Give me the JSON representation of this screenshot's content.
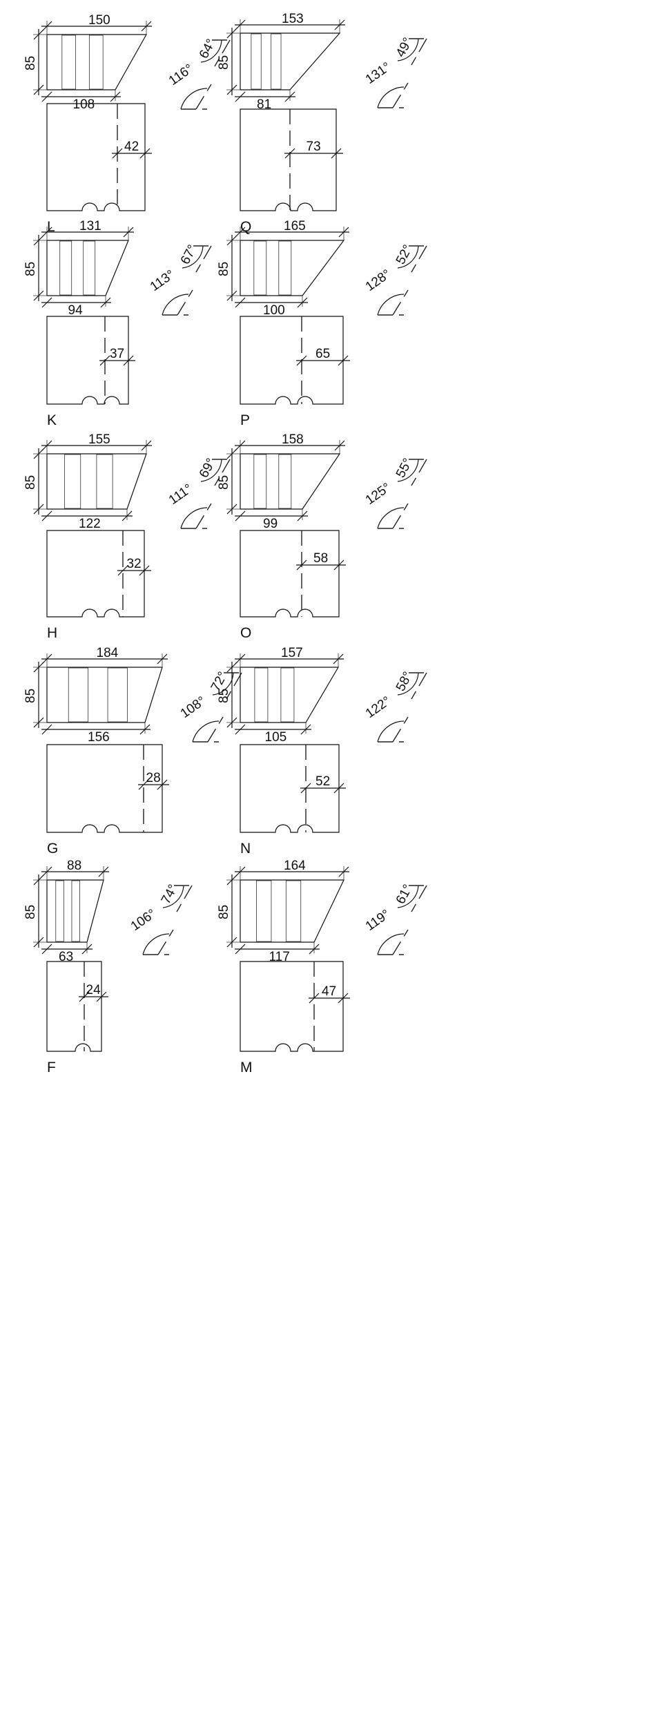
{
  "sheet_title": "",
  "blocks": [
    {
      "letter": "L",
      "top": "150",
      "bottom": "108",
      "height": "85",
      "angle_outer": "116°",
      "angle_inner": "64°",
      "notch": "42"
    },
    {
      "letter": "Q",
      "top": "153",
      "bottom": "81",
      "height": "85",
      "angle_outer": "131°",
      "angle_inner": "49°",
      "notch": "73"
    },
    {
      "letter": "K",
      "top": "131",
      "bottom": "94",
      "height": "85",
      "angle_outer": "113°",
      "angle_inner": "67°",
      "notch": "37"
    },
    {
      "letter": "P",
      "top": "165",
      "bottom": "100",
      "height": "85",
      "angle_outer": "128°",
      "angle_inner": "52°",
      "notch": "65"
    },
    {
      "letter": "H",
      "top": "155",
      "bottom": "122",
      "height": "85",
      "angle_outer": "111°",
      "angle_inner": "69°",
      "notch": "32"
    },
    {
      "letter": "O",
      "top": "158",
      "bottom": "99",
      "height": "85",
      "angle_outer": "125°",
      "angle_inner": "55°",
      "notch": "58"
    },
    {
      "letter": "G",
      "top": "184",
      "bottom": "156",
      "height": "85",
      "angle_outer": "108°",
      "angle_inner": "72°",
      "notch": "28"
    },
    {
      "letter": "N",
      "top": "157",
      "bottom": "105",
      "height": "85",
      "angle_outer": "122°",
      "angle_inner": "58°",
      "notch": "52"
    },
    {
      "letter": "F",
      "top": "88",
      "bottom": "63",
      "height": "85",
      "angle_outer": "106°",
      "angle_inner": "74°",
      "notch": "24"
    },
    {
      "letter": "M",
      "top": "164",
      "bottom": "117",
      "height": "85",
      "angle_outer": "119°",
      "angle_inner": "61°",
      "notch": "47"
    }
  ],
  "colors": {
    "line": "#111111",
    "speckle": "#555555",
    "background": "#ffffff"
  }
}
